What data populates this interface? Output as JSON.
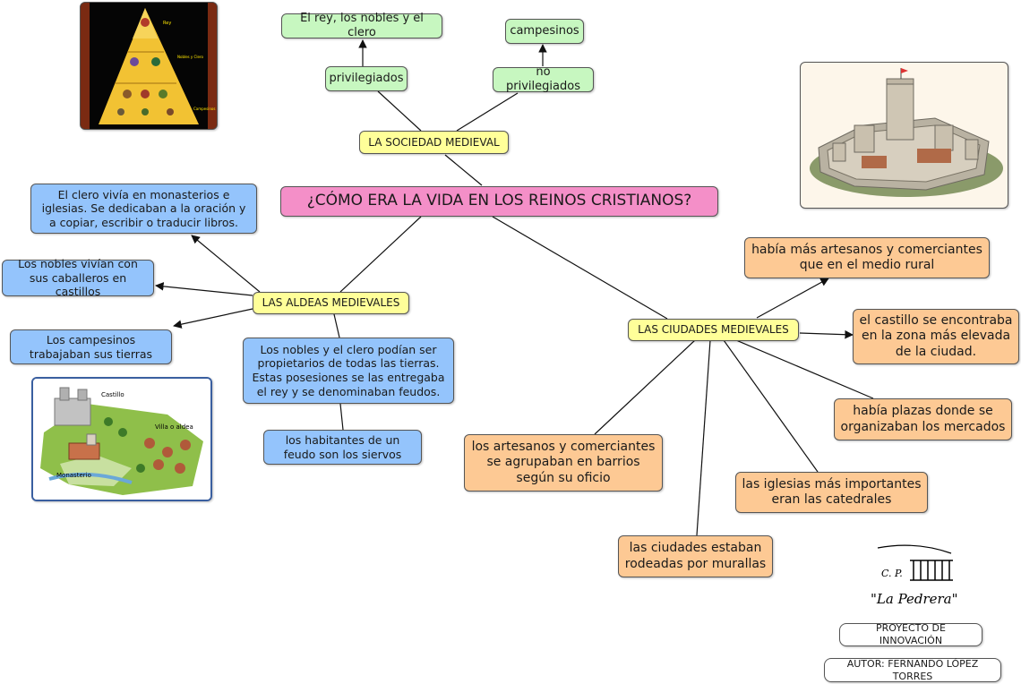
{
  "map": {
    "central": "¿CÓMO ERA LA VIDA EN LOS REINOS CRISTIANOS?",
    "sociedad": {
      "title": "LA SOCIEDAD MEDIEVAL",
      "privilegiados": "privilegiados",
      "privilegiados_child": "El rey, los nobles y el clero",
      "no_privilegiados": "no privilegiados",
      "no_privilegiados_child": "campesinos"
    },
    "aldeas": {
      "title": "LAS ALDEAS MEDIEVALES",
      "clero": "El clero vivía en monasterios e iglesias. Se dedicaban a la oración y a copiar, escribir o traducir libros.",
      "nobles": "Los nobles vivían con sus caballeros en castillos",
      "campesinos": "Los campesinos trabajaban sus tierras",
      "propietarios": "Los nobles y el clero podían ser propietarios de todas las tierras. Estas posesiones se las entregaba el rey y se denominaban feudos.",
      "siervos": "los habitantes de un feudo son los siervos"
    },
    "ciudades": {
      "title": "LAS CIUDADES MEDIEVALES",
      "artesanos_mas": "había más artesanos y comerciantes que en el medio rural",
      "castillo": "el castillo se encontraba en la zona más elevada de la ciudad.",
      "plazas": "había plazas donde se organizaban los mercados",
      "iglesias": "las iglesias más importantes eran las catedrales",
      "murallas": "las ciudades estaban rodeadas por murallas",
      "barrios": "los artesanos y comerciantes se agrupaban en barrios según su oficio"
    },
    "credits": {
      "project": "PROYECTO DE INNOVACIÓN",
      "author": "AUTOR: FERNANDO LÓPEZ TORRES",
      "logo_text_top": "C. P.",
      "logo_text_main": "\"La Pedrera\""
    },
    "images": {
      "pyramid_labels": [
        "Rey",
        "Nobles y Clero",
        "Campesinos"
      ],
      "village_labels": [
        "Castillo",
        "Villa o aldea",
        "Monasterio"
      ]
    }
  }
}
